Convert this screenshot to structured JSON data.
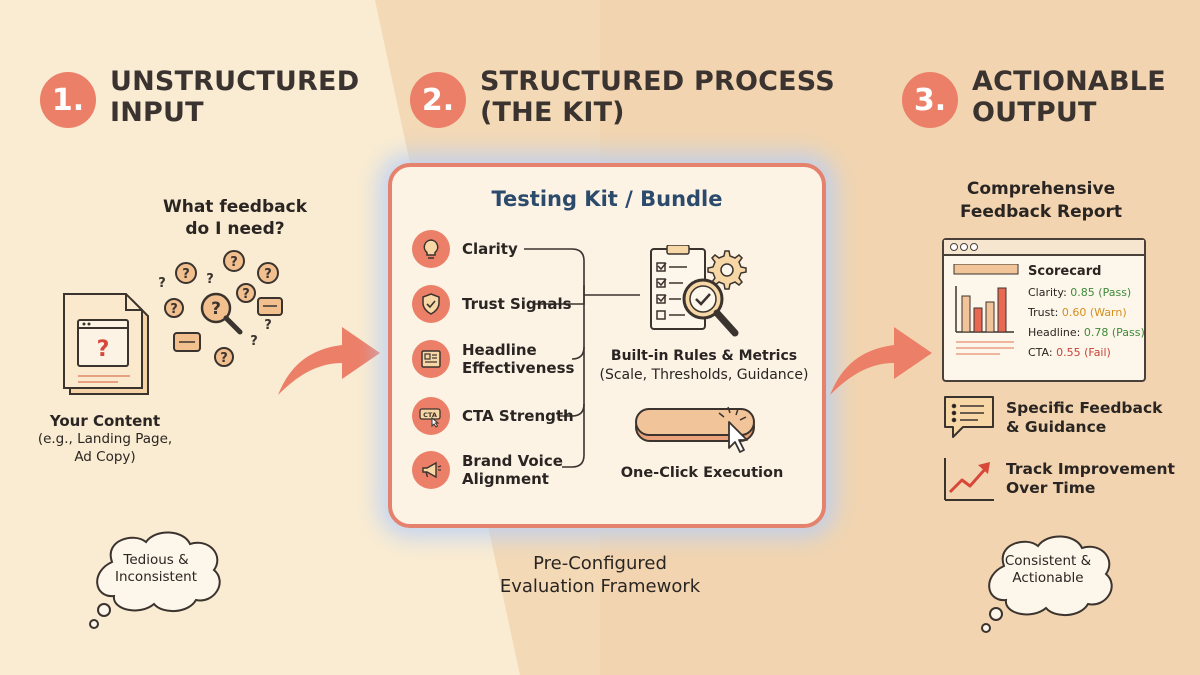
{
  "colors": {
    "accent": "#ec7f68",
    "navy": "#2c4a6b",
    "pass": "#3f8a3a",
    "warn": "#d4901e",
    "fail": "#c9423a"
  },
  "stage1": {
    "number": "1.",
    "title_line1": "UNSTRUCTURED",
    "title_line2": "INPUT",
    "question_line1": "What feedback",
    "question_line2": "do I need?",
    "content_label": "Your Content",
    "content_sub_line1": "(e.g., Landing Page,",
    "content_sub_line2": "Ad Copy)",
    "cloud_line1": "Tedious &",
    "cloud_line2": "Inconsistent",
    "icons": [
      "document-icon",
      "question-bubbles-icon",
      "magnifier-icon"
    ]
  },
  "stage2": {
    "number": "2.",
    "title_line1": "STRUCTURED PROCESS",
    "title_line2": "(THE KIT)",
    "kit_title": "Testing Kit / Bundle",
    "criteria": [
      {
        "label_line1": "Clarity",
        "label_line2": "",
        "icon": "lightbulb-icon"
      },
      {
        "label_line1": "Trust Signals",
        "label_line2": "",
        "icon": "shield-icon"
      },
      {
        "label_line1": "Headline",
        "label_line2": "Effectiveness",
        "icon": "headline-icon"
      },
      {
        "label_line1": "CTA Strength",
        "label_line2": "",
        "icon": "cta-icon"
      },
      {
        "label_line1": "Brand Voice",
        "label_line2": "Alignment",
        "icon": "megaphone-icon"
      }
    ],
    "rules_label": "Built-in Rules & Metrics",
    "rules_sub": "(Scale, Thresholds, Guidance)",
    "execute_label": "One-Click Execution",
    "framework_line1": "Pre-Configured",
    "framework_line2": "Evaluation Framework"
  },
  "stage3": {
    "number": "3.",
    "title_line1": "ACTIONABLE",
    "title_line2": "OUTPUT",
    "report_title_line1": "Comprehensive",
    "report_title_line2": "Feedback Report",
    "scorecard": {
      "heading": "Scorecard",
      "metrics": [
        {
          "name": "Clarity:",
          "value": "0.85 (Pass)",
          "status": "pass"
        },
        {
          "name": "Trust:",
          "value": "0.60 (Warn)",
          "status": "warn"
        },
        {
          "name": "Headline:",
          "value": "0.78 (Pass)",
          "status": "pass"
        },
        {
          "name": "CTA:",
          "value": "0.55 (Fail)",
          "status": "fail"
        }
      ]
    },
    "feedback_line1": "Specific Feedback",
    "feedback_line2": "& Guidance",
    "track_line1": "Track Improvement",
    "track_line2": "Over Time",
    "cloud_line1": "Consistent &",
    "cloud_line2": "Actionable"
  }
}
